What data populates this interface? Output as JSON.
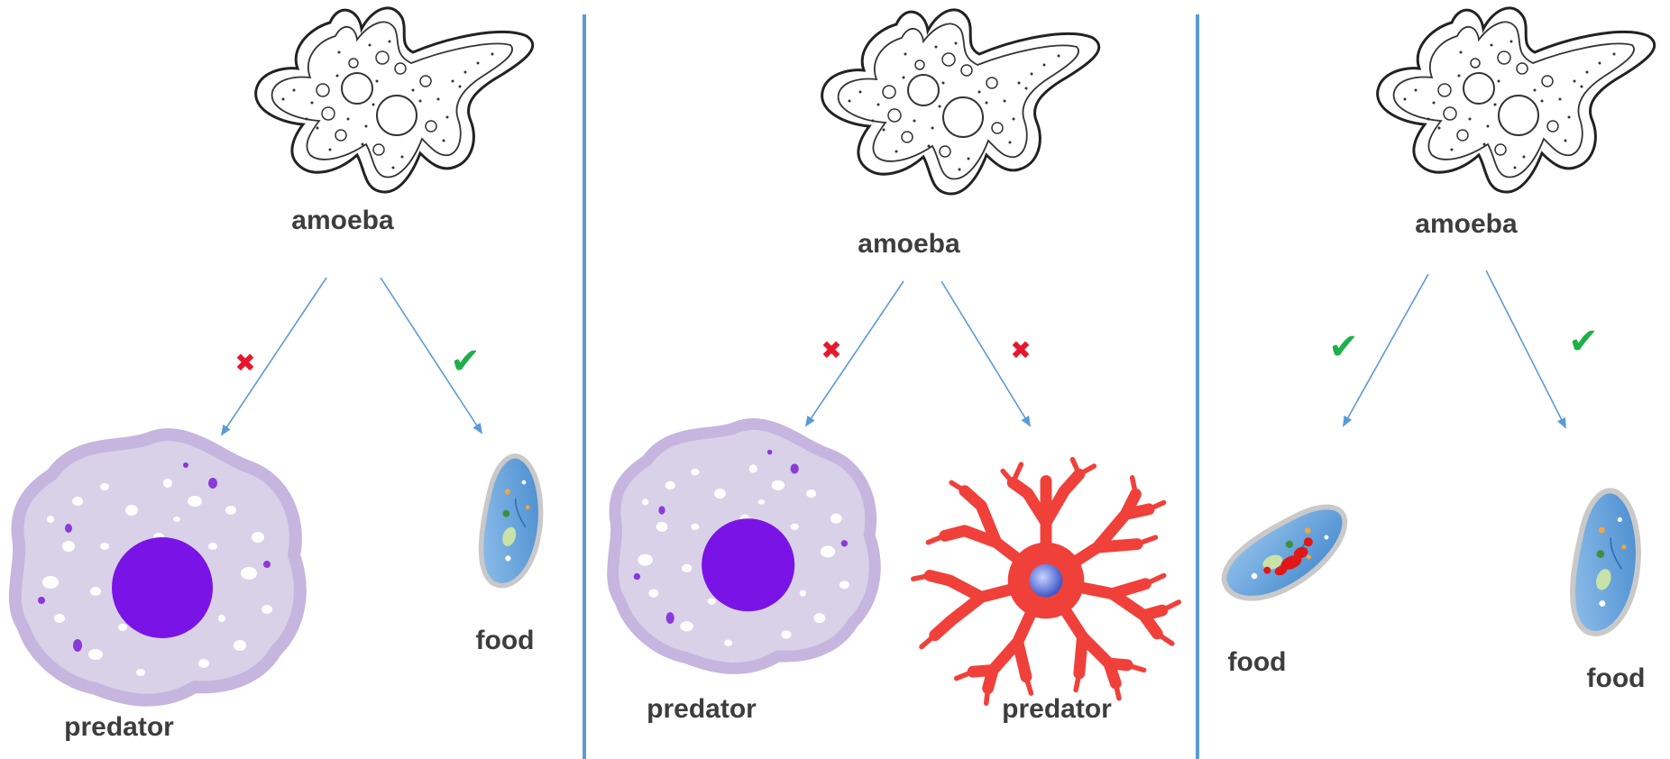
{
  "colors": {
    "divider": "#5b9bd5",
    "arrow": "#5b9bd5",
    "cross": "#e8182b",
    "check": "#1eb04a",
    "label": "#3d3d3d",
    "macrophage_body": "#d9d1e8",
    "macrophage_rim": "#c6b5df",
    "macrophage_nucleus": "#7a14e6",
    "dendritic_cell": "#f0403a",
    "dendritic_nucleus": "#3d57c9",
    "paramecium_body": "#5aa0dc"
  },
  "panels": [
    {
      "amoeba_label": "amoeba",
      "targets": [
        {
          "kind": "predator",
          "label": "predator",
          "mark": "cross",
          "mark_glyph": "✖",
          "icon": "macrophage-icon"
        },
        {
          "kind": "food",
          "label": "food",
          "mark": "check",
          "mark_glyph": "✔",
          "icon": "paramecium-icon"
        }
      ]
    },
    {
      "amoeba_label": "amoeba",
      "targets": [
        {
          "kind": "predator",
          "label": "predator",
          "mark": "cross",
          "mark_glyph": "✖",
          "icon": "macrophage-icon"
        },
        {
          "kind": "predator",
          "label": "predator",
          "mark": "cross",
          "mark_glyph": "✖",
          "icon": "dendritic-cell-icon"
        }
      ]
    },
    {
      "amoeba_label": "amoeba",
      "targets": [
        {
          "kind": "food",
          "label": "food",
          "mark": "check",
          "mark_glyph": "✔",
          "icon": "paramecium-icon"
        },
        {
          "kind": "food",
          "label": "food",
          "mark": "check",
          "mark_glyph": "✔",
          "icon": "paramecium-icon"
        }
      ]
    }
  ]
}
